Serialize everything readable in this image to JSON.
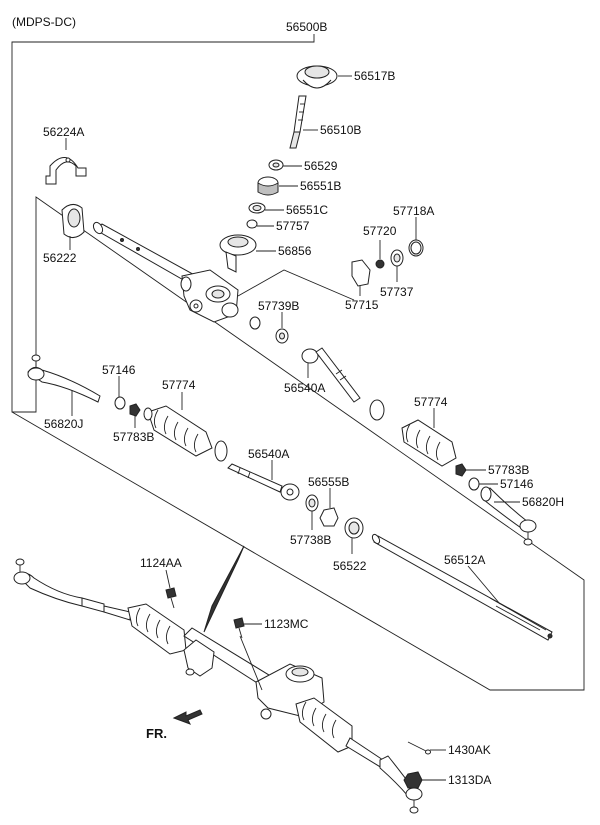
{
  "diagram": {
    "header": "(MDPS-DC)",
    "assembly_label": "56500B",
    "direction_label": "FR.",
    "part_labels": {
      "p56517B": "56517B",
      "p56510B": "56510B",
      "p56529": "56529",
      "p56551B": "56551B",
      "p56551C": "56551C",
      "p57757": "57757",
      "p56856": "56856",
      "p56224A": "56224A",
      "p56222": "56222",
      "p57718A": "57718A",
      "p57720": "57720",
      "p57737": "57737",
      "p57715": "57715",
      "p57739B": "57739B",
      "p56540A_top": "56540A",
      "p57146_left": "57146",
      "p57774_left": "57774",
      "p56820J": "56820J",
      "p57783B_left": "57783B",
      "p57774_right": "57774",
      "p56540A_mid": "56540A",
      "p57783B_right": "57783B",
      "p57146_right": "57146",
      "p56820H": "56820H",
      "p56555B": "56555B",
      "p57738B": "57738B",
      "p56522": "56522",
      "p56512A": "56512A",
      "p1124AA": "1124AA",
      "p1123MC": "1123MC",
      "p1430AK": "1430AK",
      "p1313DA": "1313DA"
    }
  }
}
